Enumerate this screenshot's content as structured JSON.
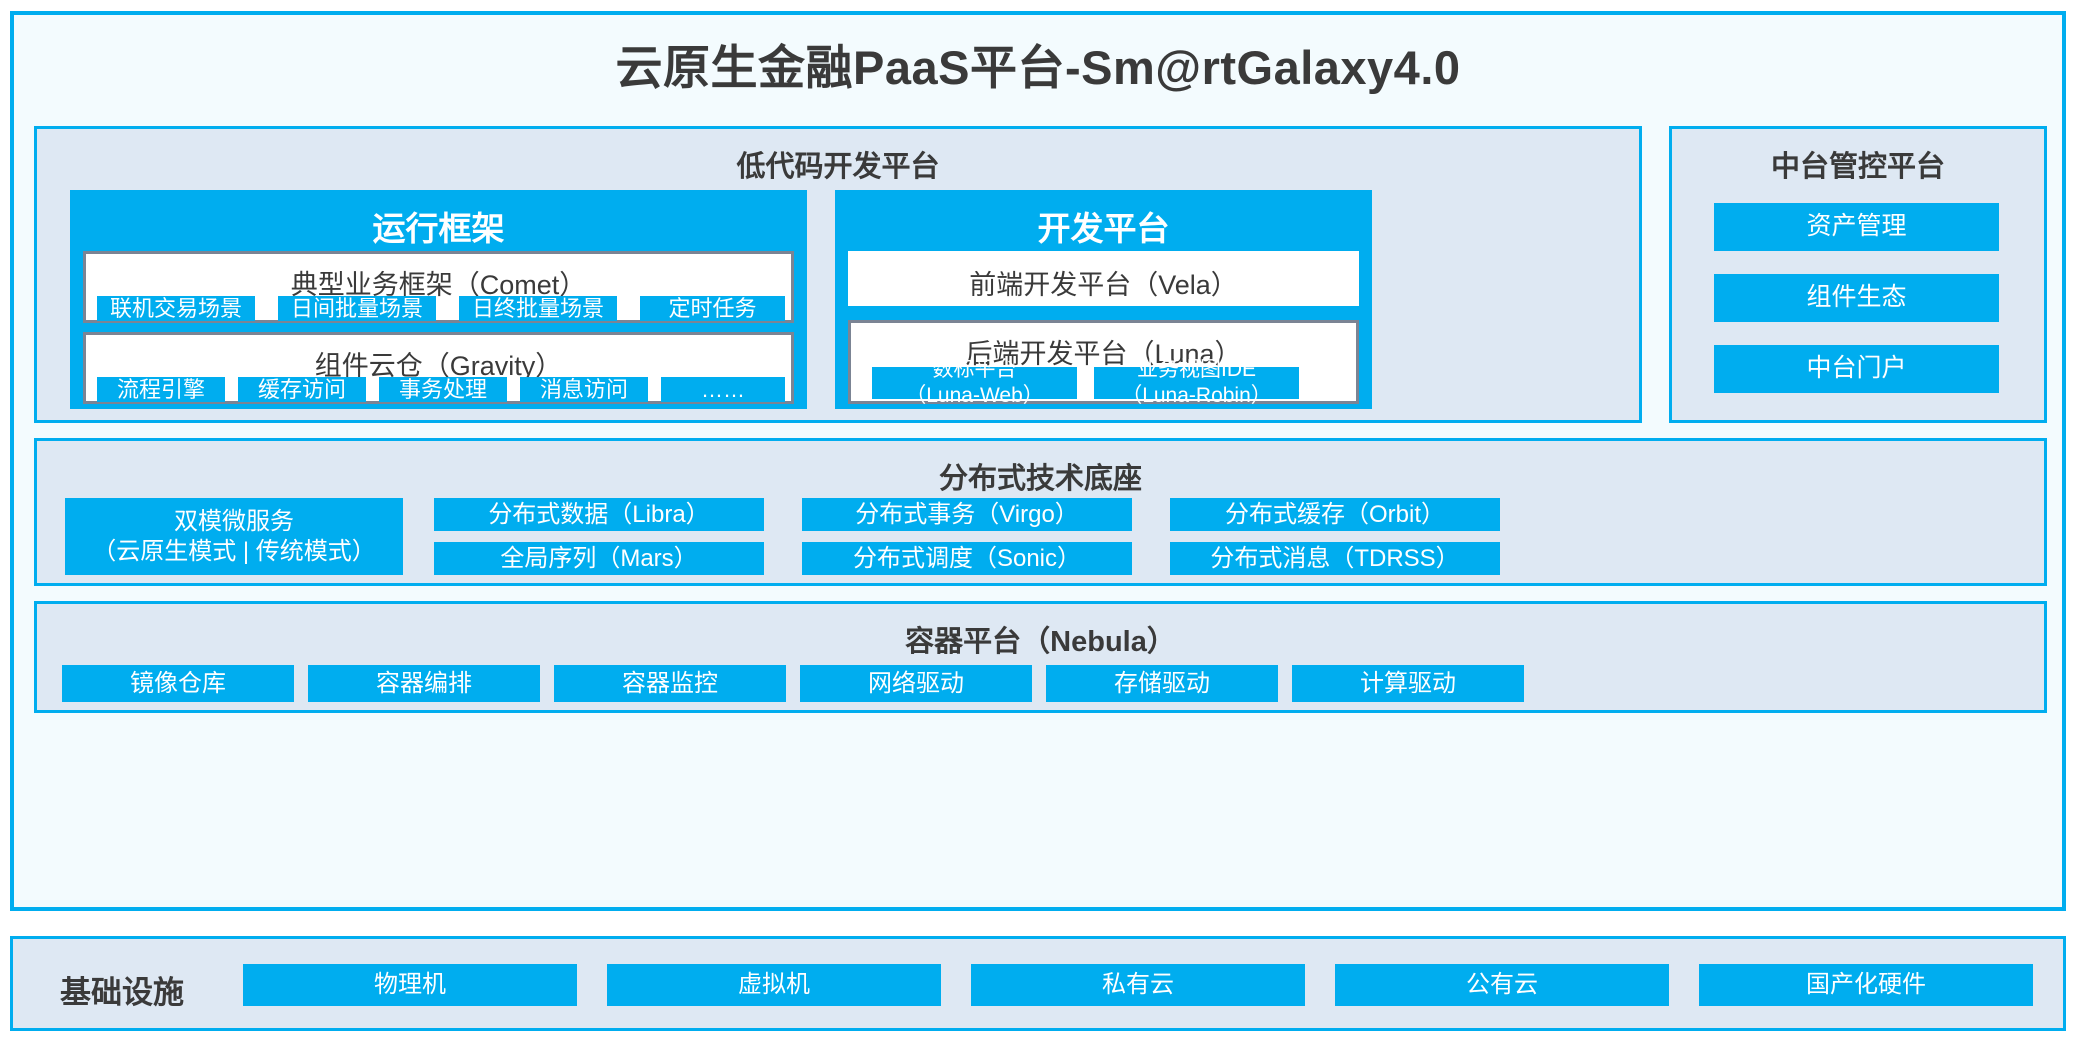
{
  "title": "云原生金融PaaS平台-Sm@rtGalaxy4.0",
  "colors": {
    "accent_blue": "#00ADEF",
    "panel_bg": "#DEE8F3",
    "frame_bg": "#F3FBFE",
    "box_border_grey": "#7B8494",
    "text_dark": "#3a3a3a",
    "text_light": "#ffffff"
  },
  "lowcode": {
    "title": "低代码开发平台",
    "runtime": {
      "title": "运行框架",
      "comet": {
        "title": "典型业务框架（Comet）",
        "items": [
          "联机交易场景",
          "日间批量场景",
          "日终批量场景",
          "定时任务"
        ]
      },
      "gravity": {
        "title": "组件云仓（Gravity）",
        "items": [
          "流程引擎",
          "缓存访问",
          "事务处理",
          "消息访问",
          "……"
        ]
      }
    },
    "devplatform": {
      "title": "开发平台",
      "frontend": "前端开发平台（Vela）",
      "backend": {
        "title": "后端开发平台（Luna）",
        "items": [
          "数标平台\n（Luna-Web）",
          "业务视图IDE\n（Luna-Robin）"
        ]
      }
    }
  },
  "console": {
    "title": "中台管控平台",
    "items": [
      "资产管理",
      "组件生态",
      "中台门户"
    ]
  },
  "distributed": {
    "title": "分布式技术底座",
    "microservice": "双模微服务\n（云原生模式 | 传统模式）",
    "columns": [
      [
        "分布式数据（Libra）",
        "全局序列（Mars）"
      ],
      [
        "分布式事务（Virgo）",
        "分布式调度（Sonic）"
      ],
      [
        "分布式缓存（Orbit）",
        "分布式消息（TDRSS）"
      ]
    ]
  },
  "container": {
    "title": "容器平台（Nebula）",
    "items": [
      "镜像仓库",
      "容器编排",
      "容器监控",
      "网络驱动",
      "存储驱动",
      "计算驱动"
    ]
  },
  "infrastructure": {
    "label": "基础设施",
    "items": [
      "物理机",
      "虚拟机",
      "私有云",
      "公有云",
      "国产化硬件"
    ]
  }
}
